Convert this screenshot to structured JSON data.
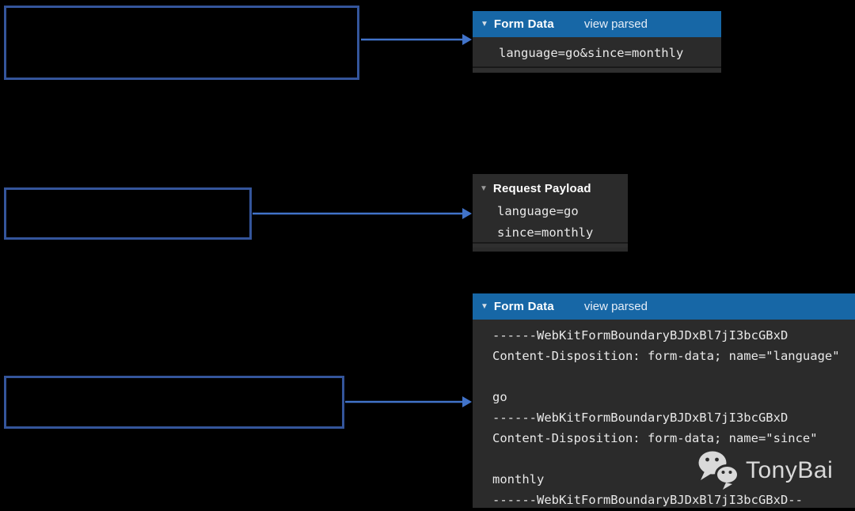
{
  "colors": {
    "accent": "#4173c9",
    "box_border": "#34559b",
    "header_blue": "#1767a6",
    "panel_bg": "#2b2b2b",
    "code_text": "#e8e8e8",
    "watermark": "#d9d9d9"
  },
  "panels": [
    {
      "id": "form-data-urlencoded",
      "header": {
        "collapse_icon": "▼",
        "title": "Form Data",
        "action": "view parsed"
      },
      "lines": [
        "language=go&since=monthly"
      ]
    },
    {
      "id": "request-payload",
      "header": {
        "collapse_icon": "▼",
        "title": "Request Payload"
      },
      "lines": [
        "language=go",
        "since=monthly"
      ]
    },
    {
      "id": "form-data-multipart",
      "header": {
        "collapse_icon": "▼",
        "title": "Form Data",
        "action": "view parsed"
      },
      "lines": [
        "------WebKitFormBoundaryBJDxBl7jI3bcGBxD",
        "Content-Disposition: form-data; name=\"language\"",
        "",
        "go",
        "------WebKitFormBoundaryBJDxBl7jI3bcGBxD",
        "Content-Disposition: form-data; name=\"since\"",
        "",
        "monthly",
        "------WebKitFormBoundaryBJDxBl7jI3bcGBxD--"
      ]
    }
  ],
  "watermark": {
    "label": "TonyBai"
  }
}
